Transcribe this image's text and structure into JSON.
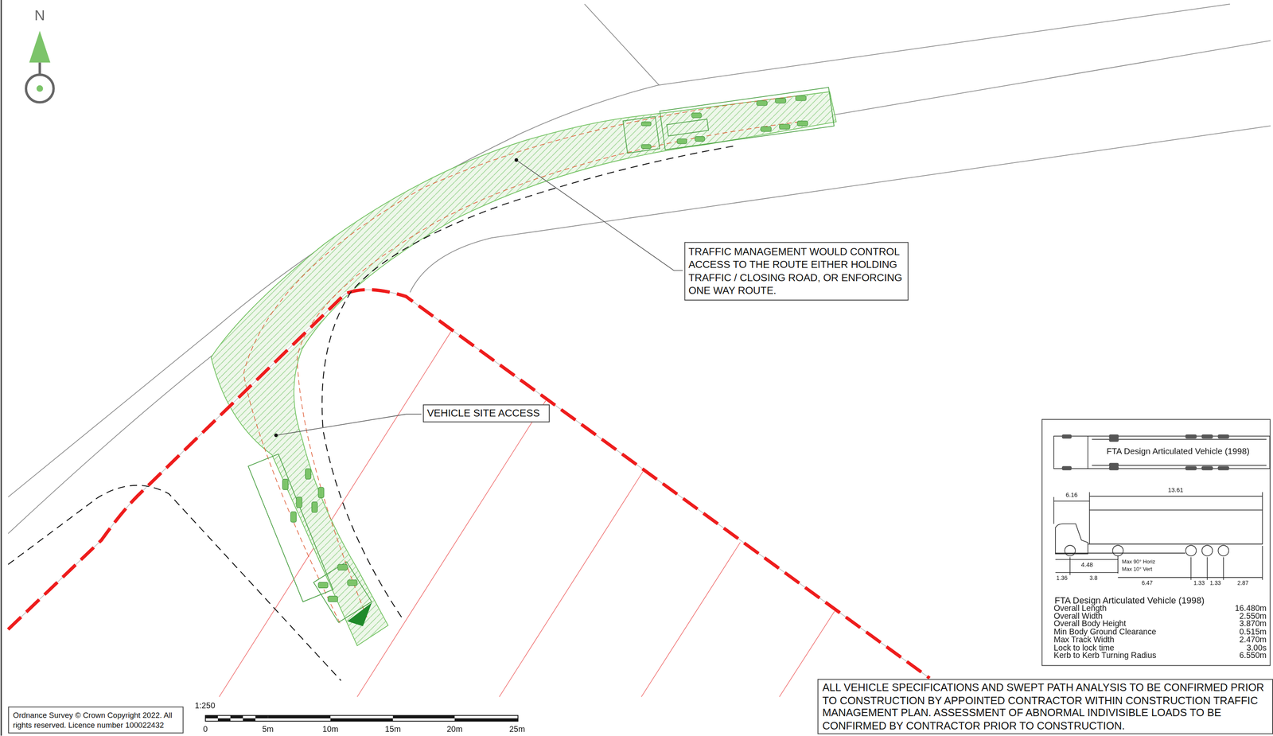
{
  "diagram": {
    "nodes": [
      {
        "text": [
          "TRAFFIC MANAGEMENT WOULD CONTROL ACCESS TO THE ROUTE EITHER HOLDING TRAFFIC / CLOSING ROAD, OR ENFORCING ONE WAY ROUTE."
        ]
      },
      {
        "text": [
          "VEHICLE SITE ACCESS"
        ]
      },
      {
        "text": [
          "FTA Design Articulated Vehicle (1998)",
          "FTA Design Articulated Vehicle (1998)"
        ]
      },
      {
        "text": [
          "ALL VEHICLE SPECIFICATIONS AND SWEPT PATH ANALYSIS TO BE CONFIRMED PRIOR TO CONSTRUCTION BY APPOINTED CONTRACTOR WITHIN CONSTRUCTION TRAFFIC MANAGEMENT PLAN. ASSESSMENT OF ABNORMAL INDIVISIBLE LOADS TO BE CONFIRMED BY CONTRACTOR PRIOR TO CONSTRUCTION."
        ]
      },
      {
        "text": [
          "Ordnance Survey © Crown Copyright 2022. All rights reserved. Licence number 100022432"
        ]
      }
    ],
    "labels": [
      "N",
      "1:250",
      "0",
      "5m",
      "10m",
      "15m",
      "20m",
      "25m",
      "6.16",
      "13.61",
      "4.48",
      "Max 90° Horiz",
      "Max 10° Vert",
      "1.36",
      "3.8",
      "6.47",
      "1.33",
      "1.33",
      "2.87",
      "Overall Length",
      "16.480m",
      "Overall Width",
      "2.550m",
      "Overall Body Height",
      "3.870m",
      "Min Body Ground Clearance",
      "0.515m",
      "Max Track Width",
      "2.470m",
      "Lock to lock time",
      "3.00s",
      "Kerb to Kerb Turning Radius",
      "6.550m"
    ]
  }
}
